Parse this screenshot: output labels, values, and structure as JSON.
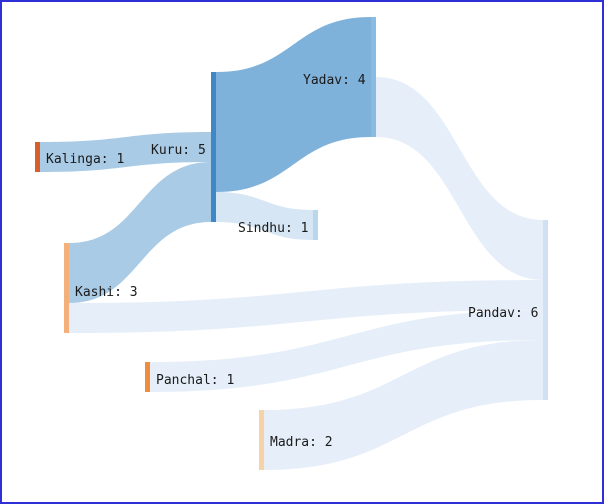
{
  "chart_data": {
    "type": "sankey",
    "colors": {
      "kalinga": "#d95f2a",
      "kuru": "#3f88c5",
      "kashi": "#f4b07a",
      "panchal": "#f08c3c",
      "madra": "#f7d2a6",
      "yadav": "#8bbbe0",
      "sindhu": "#b8d6ec",
      "pandav": "#cfe1f3",
      "link_strong": "#7fb2db",
      "link_medium": "#a9cbe6",
      "link_light": "#d6e6f4",
      "link_pale": "#e6eff9",
      "frame_border": "#2f2fd8"
    },
    "nodes": [
      {
        "id": "kalinga",
        "name": "Kalinga",
        "value": 1,
        "label": "Kalinga: 1"
      },
      {
        "id": "kuru",
        "name": "Kuru",
        "value": 5,
        "label": "Kuru: 5"
      },
      {
        "id": "yadav",
        "name": "Yadav",
        "value": 4,
        "label": "Yadav: 4"
      },
      {
        "id": "sindhu",
        "name": "Sindhu",
        "value": 1,
        "label": "Sindhu: 1"
      },
      {
        "id": "kashi",
        "name": "Kashi",
        "value": 3,
        "label": "Kashi: 3"
      },
      {
        "id": "pandav",
        "name": "Pandav",
        "value": 6,
        "label": "Pandav: 6"
      },
      {
        "id": "panchal",
        "name": "Panchal",
        "value": 1,
        "label": "Panchal: 1"
      },
      {
        "id": "madra",
        "name": "Madra",
        "value": 2,
        "label": "Madra: 2"
      }
    ],
    "links": [
      {
        "source": "kalinga",
        "target": "kuru",
        "value": 1
      },
      {
        "source": "kashi",
        "target": "kuru",
        "value": 2
      },
      {
        "source": "kuru",
        "target": "yadav",
        "value": 4
      },
      {
        "source": "kuru",
        "target": "sindhu",
        "value": 1
      },
      {
        "source": "yadav",
        "target": "pandav",
        "value": 2
      },
      {
        "source": "kashi",
        "target": "pandav",
        "value": 1
      },
      {
        "source": "panchal",
        "target": "pandav",
        "value": 1
      },
      {
        "source": "madra",
        "target": "pandav",
        "value": 2
      }
    ]
  }
}
